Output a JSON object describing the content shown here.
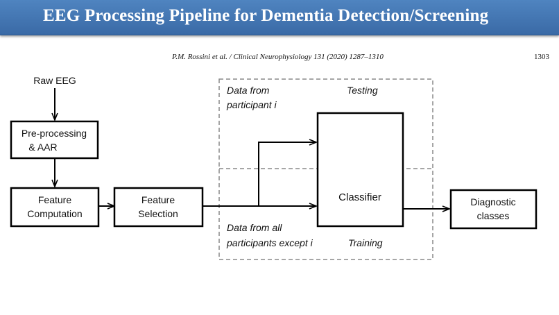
{
  "header": {
    "title": "EEG Processing Pipeline for Dementia Detection/Screening",
    "background_color": "#4678b4"
  },
  "citation": {
    "text": "P.M. Rossini et al. / Clinical Neurophysiology 131 (2020) 1287–1310",
    "page_number": "1303"
  },
  "diagram": {
    "input_label": "Raw EEG",
    "boxes": {
      "preprocessing": [
        "Pre-processing",
        "& AAR"
      ],
      "feature_computation": [
        "Feature",
        "Computation"
      ],
      "feature_selection": [
        "Feature",
        "Selection"
      ],
      "classifier": [
        "Classifier"
      ],
      "diagnostic": [
        "Diagnostic",
        "classes"
      ]
    },
    "regions": {
      "testing": {
        "title": "Testing",
        "note": [
          "Data from",
          "participant i"
        ]
      },
      "training": {
        "title": "Training",
        "note": [
          "Data from all",
          "participants except i"
        ]
      }
    },
    "line_color": "#000000",
    "dashed_border_color": "#888888"
  }
}
